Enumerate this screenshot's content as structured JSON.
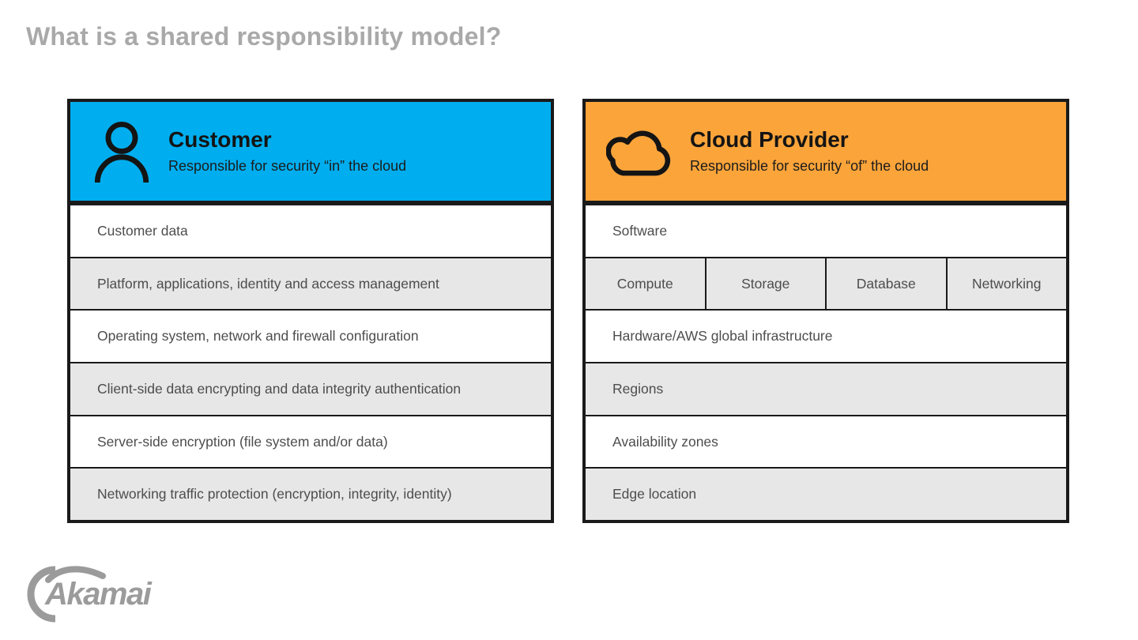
{
  "page": {
    "title": "What is a shared responsibility model?"
  },
  "panels": {
    "customer": {
      "title": "Customer",
      "subtitle": "Responsible for security “in” the cloud",
      "icon": "person-icon",
      "rows": [
        [
          "Customer data"
        ],
        [
          "Platform, applications, identity and access management"
        ],
        [
          "Operating system, network and firewall configuration"
        ],
        [
          "Client-side data encrypting and data integrity authentication"
        ],
        [
          "Server-side encryption (file system and/or data)"
        ],
        [
          "Networking traffic protection (encryption, integrity, identity)"
        ]
      ]
    },
    "cloud_provider": {
      "title": "Cloud Provider",
      "subtitle": "Responsible for security “of” the cloud",
      "icon": "cloud-icon",
      "rows": [
        [
          "Software"
        ],
        [
          "Compute",
          "Storage",
          "Database",
          "Networking"
        ],
        [
          "Hardware/AWS global infrastructure"
        ],
        [
          "Regions"
        ],
        [
          "Availability zones"
        ],
        [
          "Edge location"
        ]
      ]
    }
  },
  "footer": {
    "brand": "Akamai",
    "logo_icon": "akamai-swoosh-icon"
  },
  "colors": {
    "customer_header": "#00AEEF",
    "provider_header": "#FAA43A",
    "row_alt": "#E7E7E7",
    "border": "#1A1A1A",
    "row_text": "#4D4D4D",
    "title_text": "#A9A9A9",
    "brand_gray": "#9B9B9B"
  }
}
